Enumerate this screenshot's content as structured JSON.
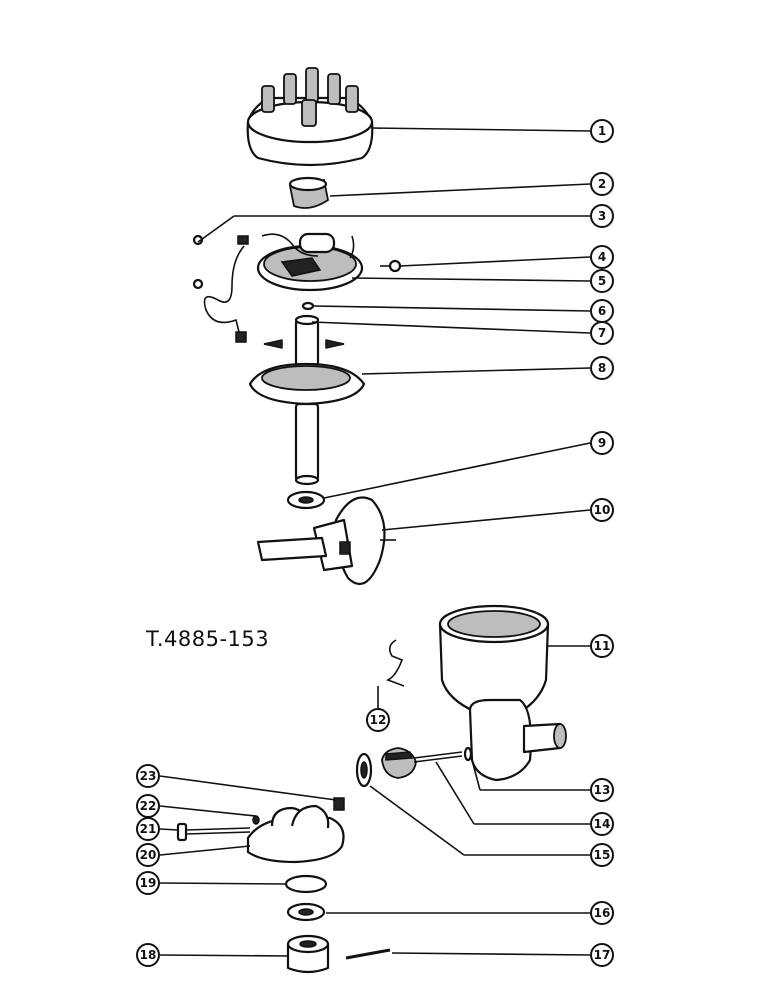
{
  "drawing_code": "T.4885-153",
  "callouts": [
    "1",
    "2",
    "3",
    "4",
    "5",
    "6",
    "7",
    "8",
    "9",
    "10",
    "11",
    "12",
    "13",
    "14",
    "15",
    "16",
    "17",
    "18",
    "19",
    "20",
    "21",
    "22",
    "23"
  ]
}
